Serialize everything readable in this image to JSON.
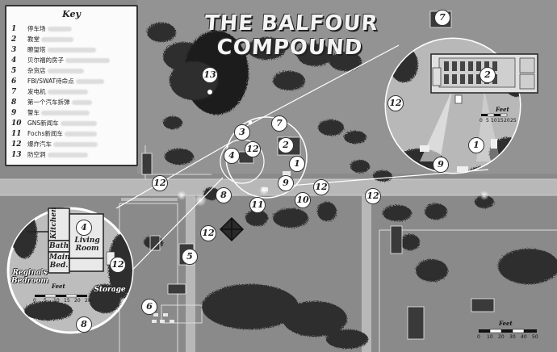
{
  "title": "THE BALFOUR COMPOUND",
  "key": {
    "heading": "Key",
    "entries": [
      {
        "num": "1",
        "label": "停车场"
      },
      {
        "num": "2",
        "label": "教堂"
      },
      {
        "num": "3",
        "label": "瞭望塔"
      },
      {
        "num": "4",
        "label": "贝尔福的房子"
      },
      {
        "num": "5",
        "label": "杂货店"
      },
      {
        "num": "6",
        "label": "FBI/SWAT待命点"
      },
      {
        "num": "7",
        "label": "发电机"
      },
      {
        "num": "8",
        "label": "第一个汽车拆弹"
      },
      {
        "num": "9",
        "label": "警车"
      },
      {
        "num": "10",
        "label": "GNS新闻车"
      },
      {
        "num": "11",
        "label": "Fochs新闻车"
      },
      {
        "num": "12",
        "label": "爆炸汽车"
      },
      {
        "num": "13",
        "label": "防空洞"
      }
    ]
  },
  "house_inset": {
    "rooms": {
      "kitchen": "Kitchen",
      "bath": "Bath",
      "main_bed": "Main Bed.",
      "living_room": "Living Room",
      "reginas_bedroom": "Regina's Bedroom",
      "storage": "Storage"
    },
    "scale": {
      "title": "Feet",
      "ticks": [
        "0",
        "5",
        "10",
        "15",
        "20",
        "25"
      ]
    }
  },
  "church_inset": {
    "scale": {
      "title": "Feet",
      "ticks": [
        "0",
        "5",
        "10",
        "15",
        "20",
        "25"
      ]
    }
  },
  "map_scale": {
    "title": "Feet",
    "ticks": [
      "0",
      "10",
      "20",
      "30",
      "40",
      "50"
    ]
  },
  "markers": [
    {
      "id": "m7a",
      "label": "7"
    },
    {
      "id": "m2a",
      "label": "2"
    },
    {
      "id": "m12a",
      "label": "12"
    },
    {
      "id": "m1a",
      "label": "1"
    },
    {
      "id": "m9a",
      "label": "9"
    },
    {
      "id": "m13",
      "label": "13"
    },
    {
      "id": "m3",
      "label": "3"
    },
    {
      "id": "m7b",
      "label": "7"
    },
    {
      "id": "m4a",
      "label": "4"
    },
    {
      "id": "m12b",
      "label": "12"
    },
    {
      "id": "m2b",
      "label": "2"
    },
    {
      "id": "m1b",
      "label": "1"
    },
    {
      "id": "m9b",
      "label": "9"
    },
    {
      "id": "m12c",
      "label": "12"
    },
    {
      "id": "m12d",
      "label": "12"
    },
    {
      "id": "m12e",
      "label": "12"
    },
    {
      "id": "m8a",
      "label": "8"
    },
    {
      "id": "m11",
      "label": "11"
    },
    {
      "id": "m10",
      "label": "10"
    },
    {
      "id": "m12f",
      "label": "12"
    },
    {
      "id": "m5",
      "label": "5"
    },
    {
      "id": "m6",
      "label": "6"
    },
    {
      "id": "m4b",
      "label": "4"
    },
    {
      "id": "m12g",
      "label": "12"
    },
    {
      "id": "m8b",
      "label": "8"
    }
  ]
}
